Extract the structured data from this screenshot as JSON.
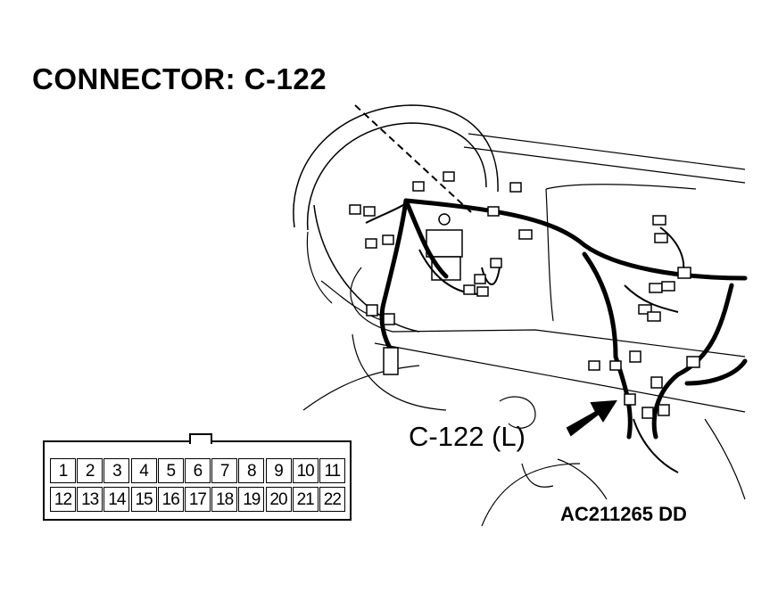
{
  "title": "CONNECTOR: C-122",
  "callout_label": "C-122 (L)",
  "figure_code": "AC211265 DD",
  "connector": {
    "row1": [
      "1",
      "2",
      "3",
      "4",
      "5",
      "6",
      "7",
      "8",
      "9",
      "10",
      "11"
    ],
    "row2": [
      "12",
      "13",
      "14",
      "15",
      "16",
      "17",
      "18",
      "19",
      "20",
      "21",
      "22"
    ]
  }
}
